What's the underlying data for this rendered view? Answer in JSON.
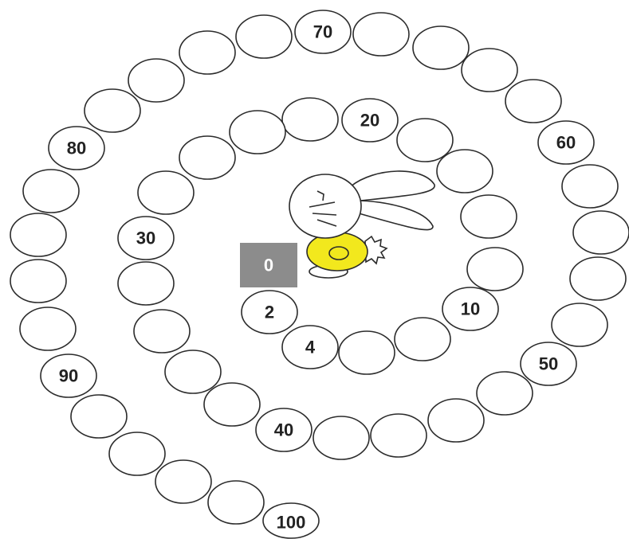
{
  "board": {
    "start_label": "0",
    "numbered_spaces": [
      {
        "label": "2"
      },
      {
        "label": "4"
      },
      {
        "label": "10"
      },
      {
        "label": "20"
      },
      {
        "label": "30"
      },
      {
        "label": "40"
      },
      {
        "label": "50"
      },
      {
        "label": "60"
      },
      {
        "label": "70"
      },
      {
        "label": "80"
      },
      {
        "label": "90"
      },
      {
        "label": "100"
      }
    ],
    "colors": {
      "start_box": "#8c8c8c",
      "bunny_shirt": "#f2e81d",
      "outline": "#2b2b2b"
    }
  },
  "mascot": {
    "icon": "bunny-icon"
  }
}
